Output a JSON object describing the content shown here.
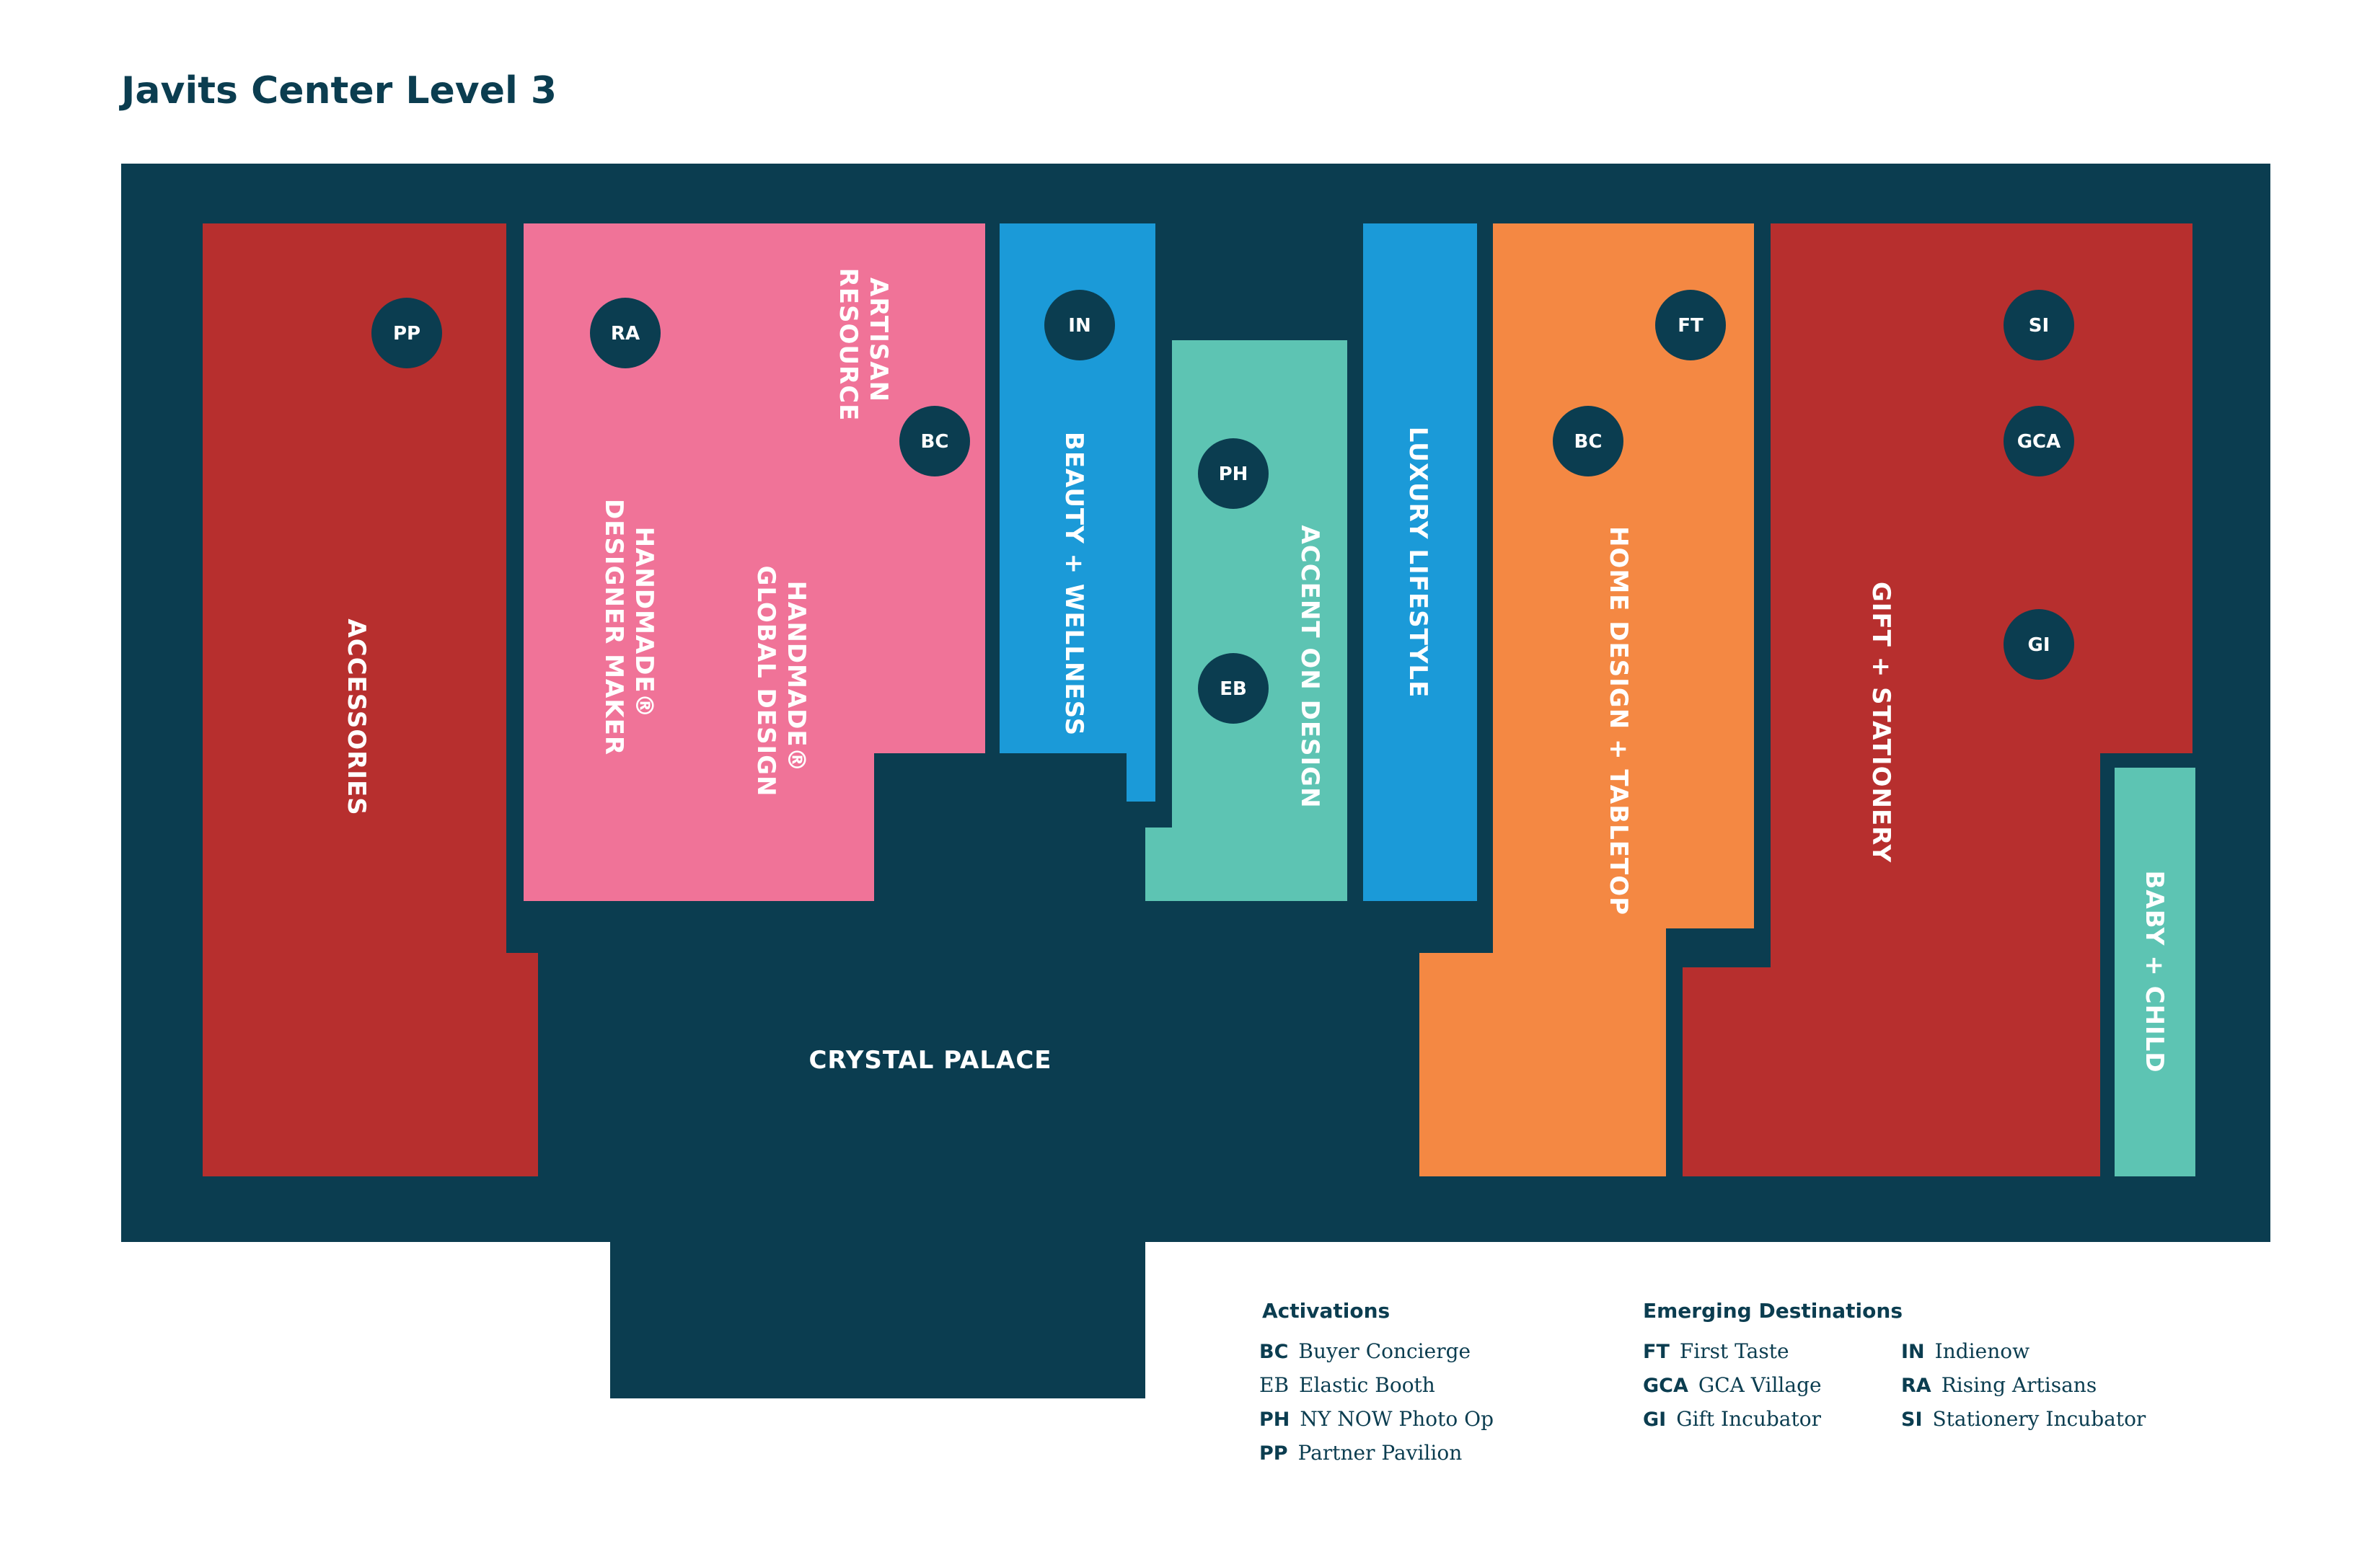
{
  "title": "Javits Center Level 3",
  "colors": {
    "navy": "#0b3d50",
    "red": "#b72f2e",
    "pink": "#f07398",
    "blue": "#1b9ad8",
    "teal": "#5dc4b3",
    "orange": "#f48843"
  },
  "zones": {
    "accessories": "ACCESSORIES",
    "handmade_designer_maker": [
      "HANDMADE®",
      "DESIGNER MAKER"
    ],
    "handmade_global_design": [
      "HANDMADE®",
      "GLOBAL DESIGN"
    ],
    "artisan_resource": [
      "ARTISAN",
      "RESOURCE"
    ],
    "beauty_wellness": "BEAUTY + WELLNESS",
    "accent_on_design": "ACCENT ON DESIGN",
    "luxury_lifestyle": "LUXURY LIFESTYLE",
    "home_design_tabletop": "HOME DESIGN + TABLETOP",
    "gift_stationery": "GIFT + STATIONERY",
    "baby_child": "BABY + CHILD",
    "crystal_palace": "CRYSTAL PALACE"
  },
  "badges": {
    "pp": "PP",
    "ra": "RA",
    "bc_handmade": "BC",
    "in": "IN",
    "ph": "PH",
    "eb": "EB",
    "ft": "FT",
    "bc_home": "BC",
    "si": "SI",
    "gca": "GCA",
    "gi": "GI"
  },
  "legend": {
    "activations": {
      "heading": "Activations",
      "items": [
        {
          "code": "BC",
          "desc": "Buyer Concierge"
        },
        {
          "code": "EB",
          "desc": "Elastic Booth"
        },
        {
          "code": "PH",
          "desc": "NY NOW Photo Op"
        },
        {
          "code": "PP",
          "desc": "Partner Pavilion"
        }
      ]
    },
    "emerging": {
      "heading": "Emerging Destinations",
      "items_col1": [
        {
          "code": "FT",
          "desc": "First Taste"
        },
        {
          "code": "GCA",
          "desc": "GCA Village"
        },
        {
          "code": "GI",
          "desc": "Gift Incubator"
        }
      ],
      "items_col2": [
        {
          "code": "IN",
          "desc": "Indienow"
        },
        {
          "code": "RA",
          "desc": "Rising Artisans"
        },
        {
          "code": "SI",
          "desc": "Stationery Incubator"
        }
      ]
    }
  }
}
